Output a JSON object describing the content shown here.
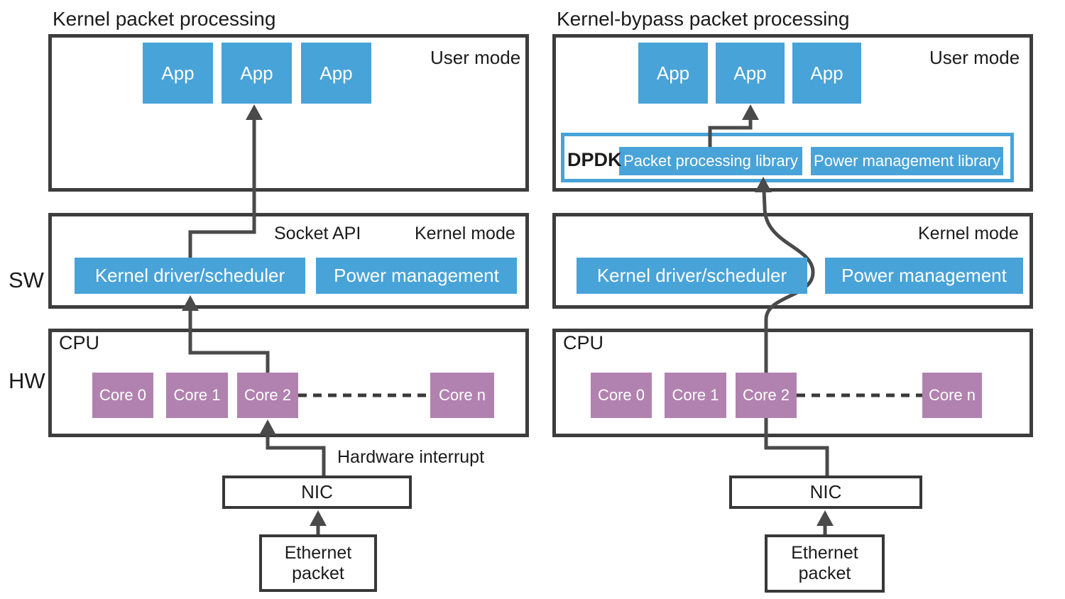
{
  "colors": {
    "blue": "#48a3d8",
    "purple": "#b182af",
    "line": "#4a4a4a",
    "panel_border": "#3d3d3d",
    "text": "#1b1b1b"
  },
  "side_labels": {
    "sw": "SW",
    "hw": "HW"
  },
  "left": {
    "title": "Kernel packet processing",
    "user_mode_label": "User mode",
    "apps": [
      "App",
      "App",
      "App"
    ],
    "socket_api_label": "Socket API",
    "kernel_mode_label": "Kernel mode",
    "kernel_driver_label": "Kernel driver/scheduler",
    "power_mgmt_label": "Power management",
    "cpu_label": "CPU",
    "cores": [
      "Core 0",
      "Core 1",
      "Core 2",
      "Core n"
    ],
    "hardware_interrupt_label": "Hardware interrupt",
    "nic_label": "NIC",
    "ethernet_line1": "Ethernet",
    "ethernet_line2": "packet"
  },
  "right": {
    "title": "Kernel-bypass packet processing",
    "user_mode_label": "User mode",
    "apps": [
      "App",
      "App",
      "App"
    ],
    "dpdk_label": "DPDK",
    "packet_lib_label": "Packet processing library",
    "power_lib_label": "Power management library",
    "kernel_mode_label": "Kernel mode",
    "kernel_driver_label": "Kernel driver/scheduler",
    "power_mgmt_label": "Power management",
    "cpu_label": "CPU",
    "cores": [
      "Core 0",
      "Core 1",
      "Core 2",
      "Core n"
    ],
    "nic_label": "NIC",
    "ethernet_line1": "Ethernet",
    "ethernet_line2": "packet"
  }
}
